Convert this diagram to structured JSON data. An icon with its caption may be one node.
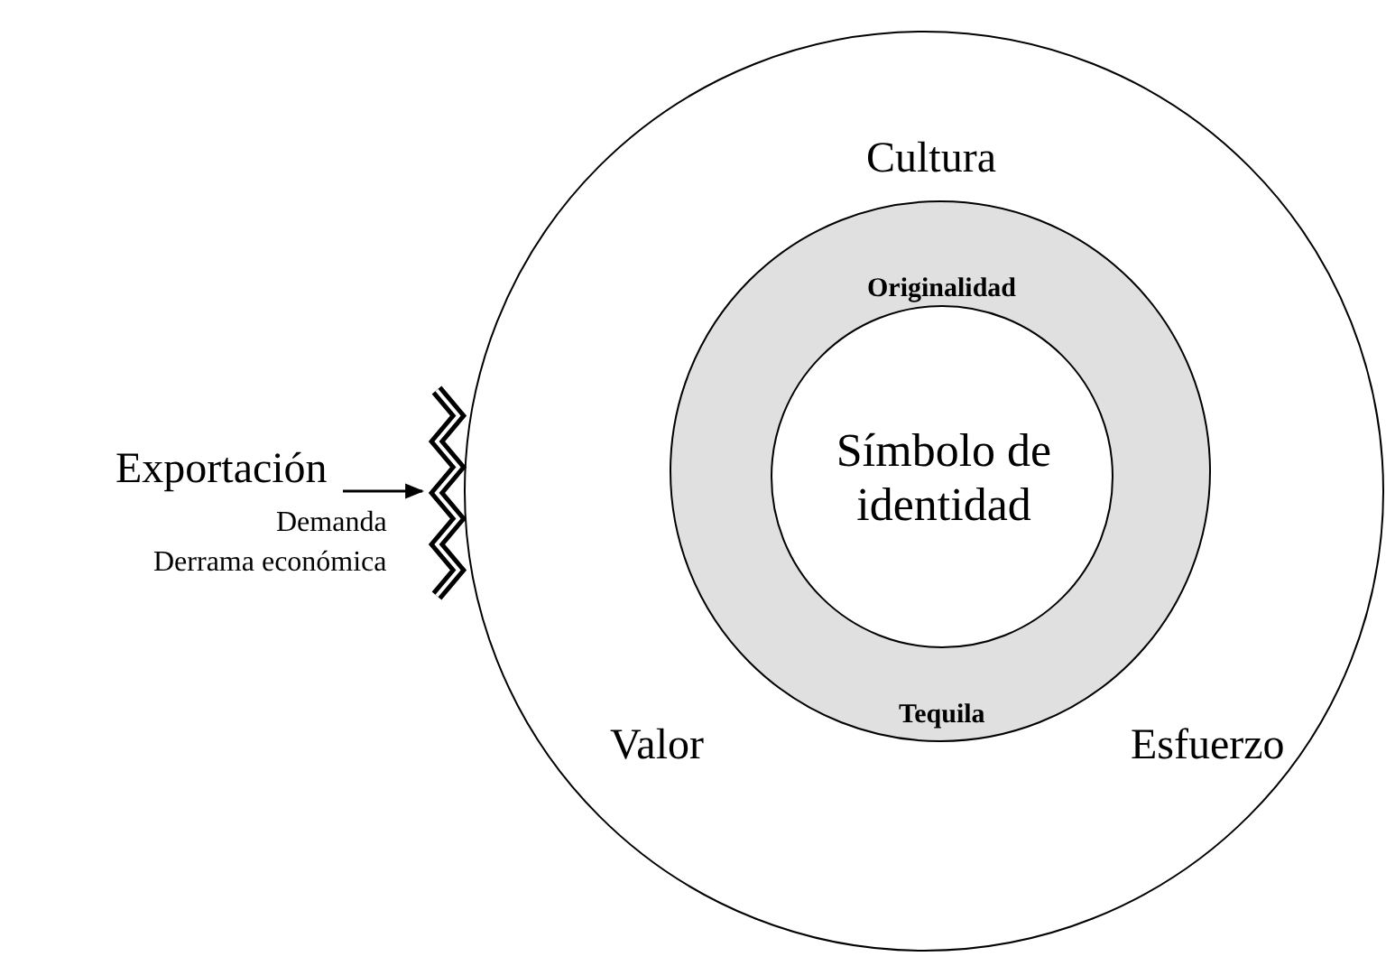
{
  "diagram": {
    "nodes": [
      {
        "text": [
          "Cultura",
          "Valor",
          "Esfuerzo"
        ]
      },
      {
        "text": [
          "Originalidad",
          "Tequila"
        ],
        "in": 0
      },
      {
        "text": [
          "Símbolo de identidad"
        ],
        "in": 1
      },
      {
        "text": [
          "Exportación",
          "Demanda",
          "Derrama económica"
        ]
      },
      {
        "text": [],
        "shape": "zigzag"
      }
    ],
    "edges": [
      {
        "from": 3,
        "to": 4,
        "arrow": "to"
      }
    ]
  }
}
